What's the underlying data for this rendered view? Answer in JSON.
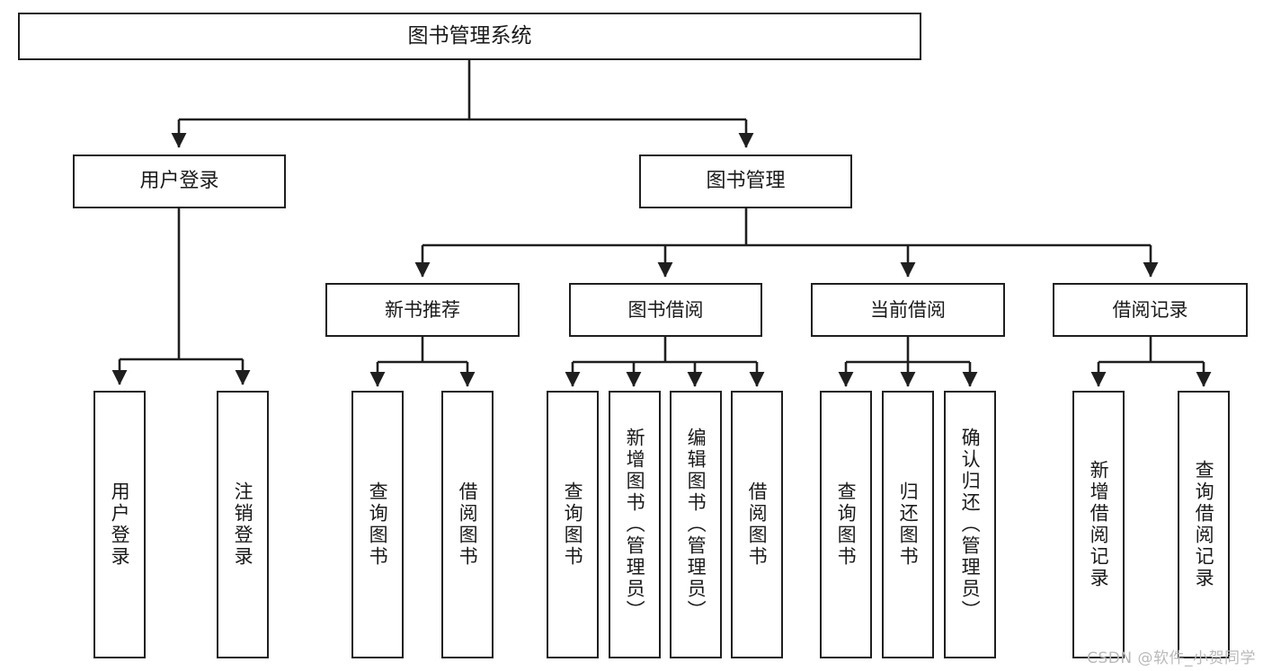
{
  "diagram": {
    "type": "tree-hierarchy-chart",
    "title": "图书管理系统",
    "line_color": "#1f1f1f",
    "box_fill": "#ffffff",
    "text_color": "#1a1a1a",
    "watermark": "CSDN @软件_小贺同学"
  },
  "nodes": {
    "root": {
      "label": "图书管理系统"
    },
    "level1": [
      {
        "label": "用户登录"
      },
      {
        "label": "图书管理"
      }
    ],
    "level2": [
      {
        "label": "新书推荐"
      },
      {
        "label": "图书借阅"
      },
      {
        "label": "当前借阅"
      },
      {
        "label": "借阅记录"
      }
    ],
    "leaves": {
      "user_login": [
        {
          "label": "用户登录"
        },
        {
          "label": "注销登录"
        }
      ],
      "new_book_recommend": [
        {
          "label": "查询图书"
        },
        {
          "label": "借阅图书"
        }
      ],
      "book_borrow": [
        {
          "label": "查询图书"
        },
        {
          "label": "新增图书（管理员）"
        },
        {
          "label": "编辑图书（管理员）"
        },
        {
          "label": "借阅图书"
        }
      ],
      "current_borrow": [
        {
          "label": "查询图书"
        },
        {
          "label": "归还图书"
        },
        {
          "label": "确认归还（管理员）"
        }
      ],
      "borrow_record": [
        {
          "label": "新增借阅记录"
        },
        {
          "label": "查询借阅记录"
        }
      ]
    }
  }
}
